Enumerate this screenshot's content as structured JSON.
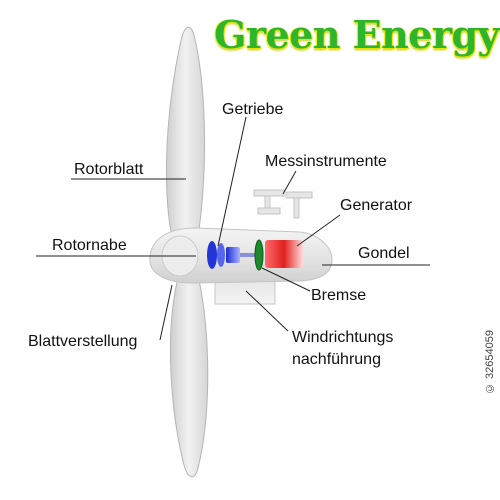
{
  "title": "Green Energy",
  "labels": {
    "getriebe": "Getriebe",
    "rotorblatt": "Rotorblatt",
    "messinstrumente": "Messinstrumente",
    "generator": "Generator",
    "rotornabe": "Rotornabe",
    "gondel": "Gondel",
    "bremse": "Bremse",
    "blattverstellung": "Blattverstellung",
    "windrichtung_1": "Windrichtungs",
    "windrichtung_2": "nachführung"
  },
  "watermark": "© 32654059",
  "colors": {
    "title_green": "#2db52d",
    "title_outline": "#e8e000",
    "gearbox_blue": "#3344dd",
    "brake_green": "#1a8a2a",
    "generator_red": "#dd2222"
  }
}
